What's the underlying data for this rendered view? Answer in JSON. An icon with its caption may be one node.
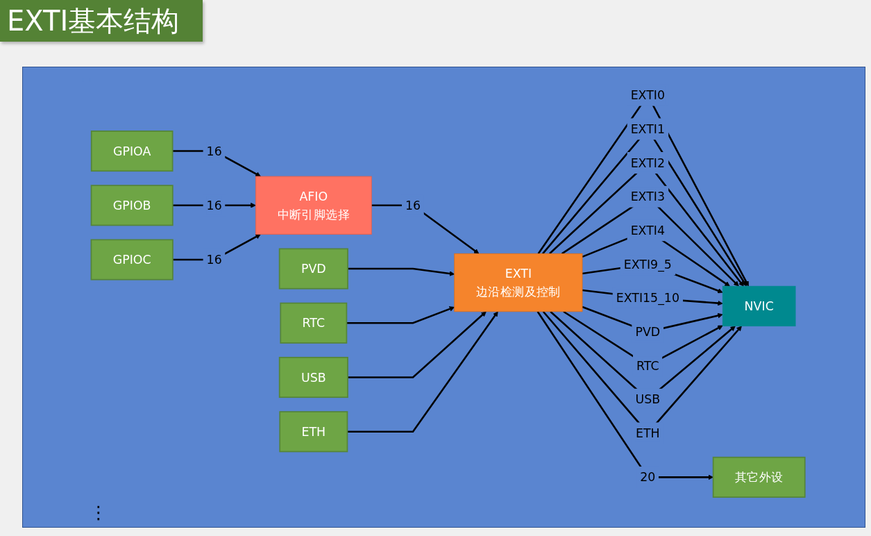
{
  "diagram": {
    "title": "EXTI基本结构",
    "nodes": [
      {
        "text": [
          "GPIOA"
        ]
      },
      {
        "text": [
          "GPIOB"
        ]
      },
      {
        "text": [
          "GPIOC"
        ]
      },
      {
        "text": [
          "AFIO",
          "中断引脚选择"
        ]
      },
      {
        "text": [
          "PVD"
        ]
      },
      {
        "text": [
          "RTC"
        ]
      },
      {
        "text": [
          "USB"
        ]
      },
      {
        "text": [
          "ETH"
        ]
      },
      {
        "text": [
          "EXTI",
          "边沿检测及控制"
        ]
      },
      {
        "text": [
          "NVIC"
        ]
      },
      {
        "text": [
          "其它外设"
        ]
      }
    ],
    "edges": [
      {
        "from": 0,
        "to": 3,
        "arrow": "to",
        "label": "16"
      },
      {
        "from": 1,
        "to": 3,
        "arrow": "to",
        "label": "16"
      },
      {
        "from": 2,
        "to": 3,
        "arrow": "to",
        "label": "16"
      },
      {
        "from": 3,
        "to": 8,
        "arrow": "to",
        "label": "16"
      },
      {
        "from": 4,
        "to": 8,
        "arrow": "to"
      },
      {
        "from": 5,
        "to": 8,
        "arrow": "to"
      },
      {
        "from": 6,
        "to": 8,
        "arrow": "to"
      },
      {
        "from": 7,
        "to": 8,
        "arrow": "to"
      },
      {
        "from": 8,
        "to": 9,
        "arrow": "to",
        "label": "EXTI0"
      },
      {
        "from": 8,
        "to": 9,
        "arrow": "to",
        "label": "EXTI1"
      },
      {
        "from": 8,
        "to": 9,
        "arrow": "to",
        "label": "EXTI2"
      },
      {
        "from": 8,
        "to": 9,
        "arrow": "to",
        "label": "EXTI3"
      },
      {
        "from": 8,
        "to": 9,
        "arrow": "to",
        "label": "EXTI4"
      },
      {
        "from": 8,
        "to": 9,
        "arrow": "to",
        "label": "EXTI9_5"
      },
      {
        "from": 8,
        "to": 9,
        "arrow": "to",
        "label": "EXTI15_10"
      },
      {
        "from": 8,
        "to": 9,
        "arrow": "to",
        "label": "PVD"
      },
      {
        "from": 8,
        "to": 9,
        "arrow": "to",
        "label": "RTC"
      },
      {
        "from": 8,
        "to": 9,
        "arrow": "to",
        "label": "USB"
      },
      {
        "from": 8,
        "to": 9,
        "arrow": "to",
        "label": "ETH"
      },
      {
        "from": 8,
        "to": 10,
        "arrow": "to",
        "label": "20"
      }
    ],
    "labels": [
      "⋮"
    ]
  }
}
